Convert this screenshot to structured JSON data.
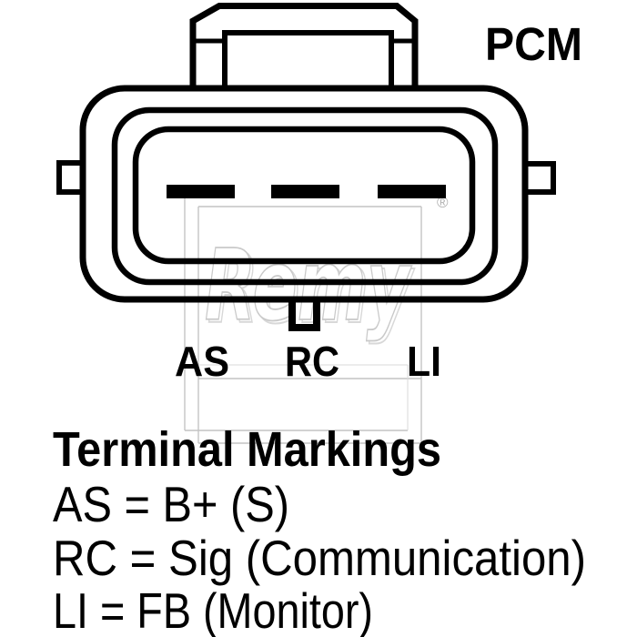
{
  "connector": {
    "name_label": "PCM",
    "terminal_labels": [
      "AS",
      "RC",
      "LI"
    ]
  },
  "legend": {
    "title": "Terminal Markings",
    "lines": [
      "AS = B+ (S)",
      "RC = Sig (Communication)",
      "LI = FB (Monitor)"
    ]
  },
  "watermark": {
    "brand": "Remy",
    "registered_mark": "®"
  },
  "colors": {
    "ink": "#000000",
    "background": "#ffffff",
    "watermark_line": "#c4c4c4",
    "watermark_text": "#c9c9c9"
  }
}
